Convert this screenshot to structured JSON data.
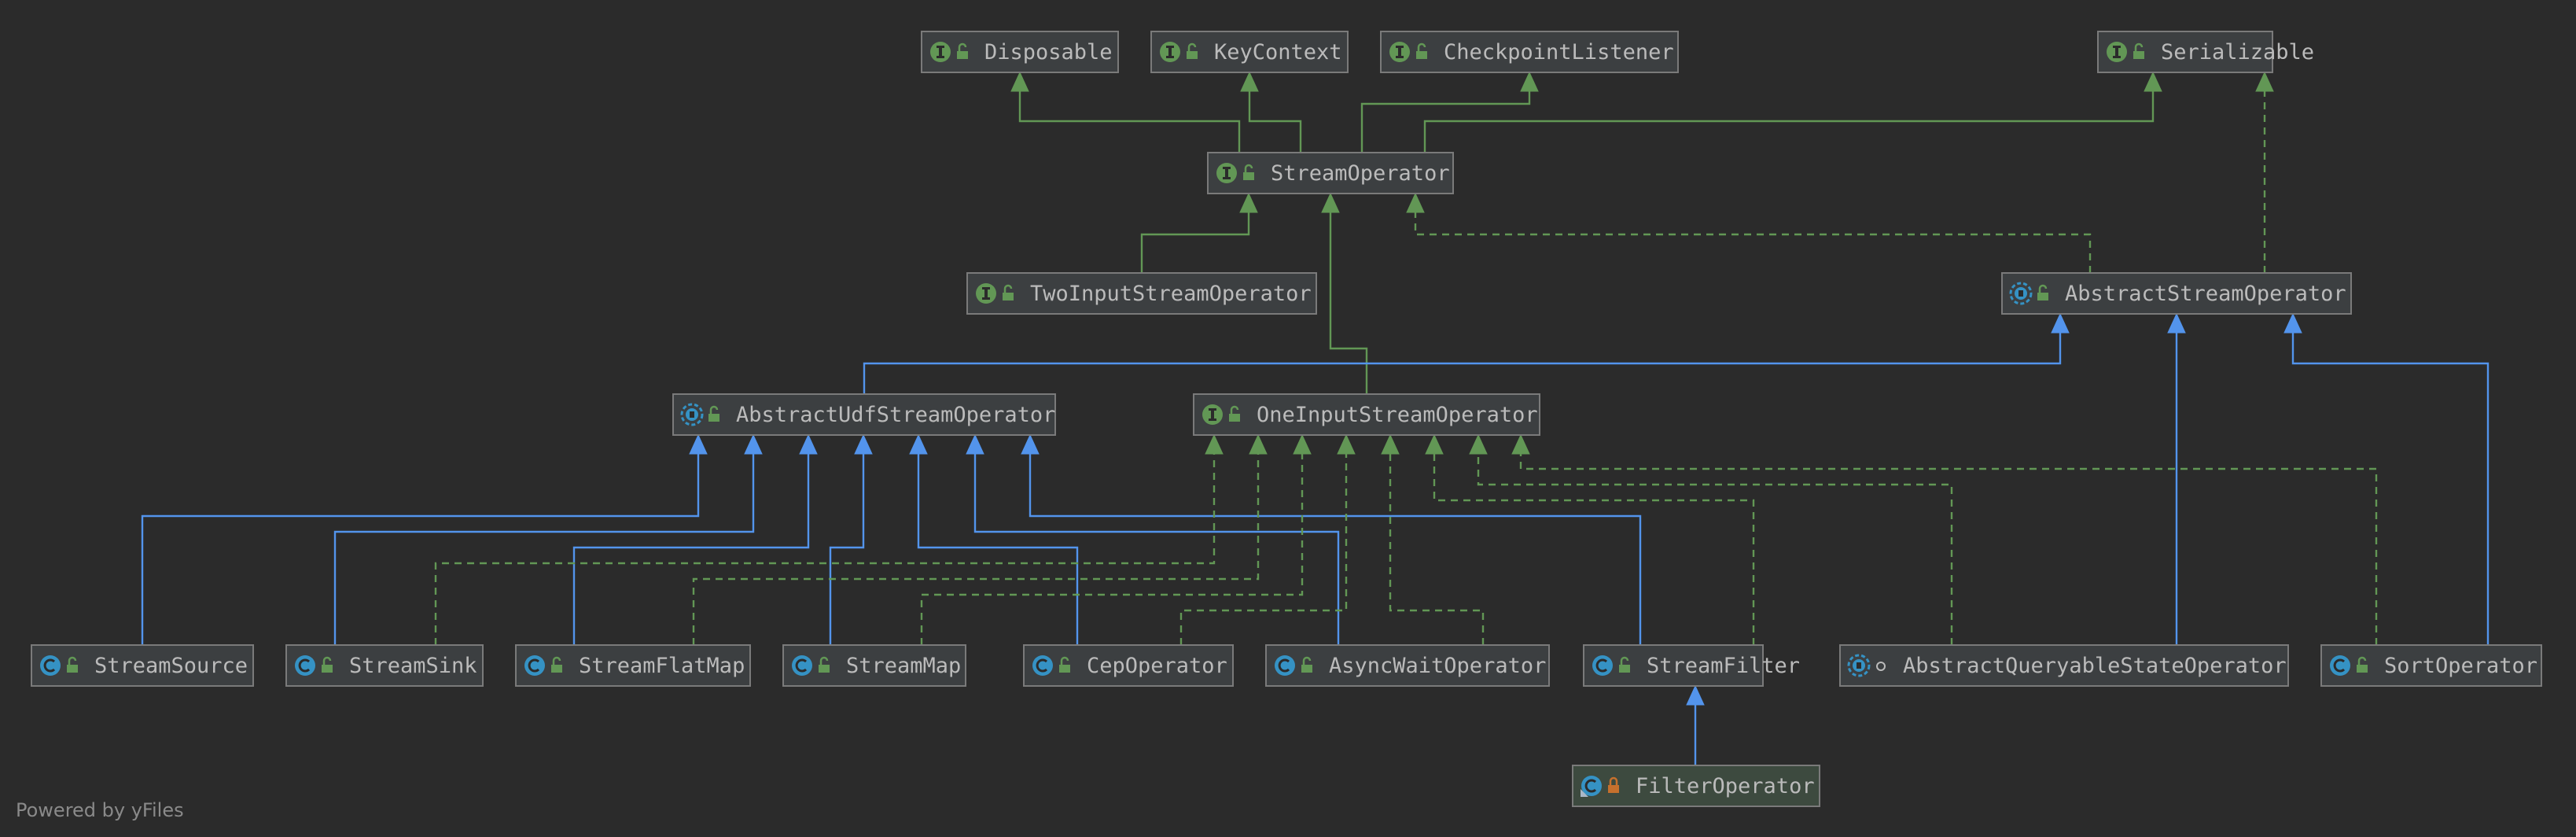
{
  "diagram": {
    "type": "uml-class-hierarchy",
    "watermark": "Powered by yFiles",
    "colors": {
      "background": "#2b2b2b",
      "interface_icon": "#629755",
      "class_icon": "#3592c4",
      "extends_edge": "#5394ec",
      "implements_edge": "#629755",
      "lock_open": "#629755",
      "lock_closed": "#c5702d"
    },
    "nodes": [
      {
        "id": "disposable",
        "label": "Disposable",
        "kind": "interface",
        "icon": "interface-icon",
        "access_icon": "lock-open-icon"
      },
      {
        "id": "keycontext",
        "label": "KeyContext",
        "kind": "interface",
        "icon": "interface-icon",
        "access_icon": "lock-open-icon"
      },
      {
        "id": "checkpointlistener",
        "label": "CheckpointListener",
        "kind": "interface",
        "icon": "interface-icon",
        "access_icon": "lock-open-icon"
      },
      {
        "id": "serializable",
        "label": "Serializable",
        "kind": "interface",
        "icon": "interface-icon",
        "access_icon": "lock-open-icon"
      },
      {
        "id": "streamoperator",
        "label": "StreamOperator",
        "kind": "interface",
        "icon": "interface-icon",
        "access_icon": "lock-open-icon"
      },
      {
        "id": "twoinput",
        "label": "TwoInputStreamOperator",
        "kind": "interface",
        "icon": "interface-icon",
        "access_icon": "lock-open-icon"
      },
      {
        "id": "abstractstream",
        "label": "AbstractStreamOperator",
        "kind": "abstract",
        "icon": "abstract-class-icon",
        "access_icon": "lock-open-icon"
      },
      {
        "id": "abstractudf",
        "label": "AbstractUdfStreamOperator",
        "kind": "abstract",
        "icon": "abstract-class-icon",
        "access_icon": "lock-open-icon"
      },
      {
        "id": "oneinput",
        "label": "OneInputStreamOperator",
        "kind": "interface",
        "icon": "interface-icon",
        "access_icon": "lock-open-icon"
      },
      {
        "id": "streamsource",
        "label": "StreamSource",
        "kind": "class",
        "icon": "class-icon",
        "access_icon": "lock-open-icon"
      },
      {
        "id": "streamsink",
        "label": "StreamSink",
        "kind": "class",
        "icon": "class-icon",
        "access_icon": "lock-open-icon"
      },
      {
        "id": "streamflatmap",
        "label": "StreamFlatMap",
        "kind": "class",
        "icon": "class-icon",
        "access_icon": "lock-open-icon"
      },
      {
        "id": "streammap",
        "label": "StreamMap",
        "kind": "class",
        "icon": "class-icon",
        "access_icon": "lock-open-icon"
      },
      {
        "id": "cepoperator",
        "label": "CepOperator",
        "kind": "class",
        "icon": "class-icon",
        "access_icon": "lock-open-icon"
      },
      {
        "id": "asyncwait",
        "label": "AsyncWaitOperator",
        "kind": "class",
        "icon": "class-icon",
        "access_icon": "lock-open-icon"
      },
      {
        "id": "streamfilter",
        "label": "StreamFilter",
        "kind": "class",
        "icon": "class-icon",
        "access_icon": "lock-open-icon"
      },
      {
        "id": "abstractqueryable",
        "label": "AbstractQueryableStateOperator",
        "kind": "abstract",
        "icon": "abstract-class-icon",
        "access_icon": "package-dot-icon"
      },
      {
        "id": "sortoperator",
        "label": "SortOperator",
        "kind": "class",
        "icon": "class-icon",
        "access_icon": "lock-open-icon"
      },
      {
        "id": "filteroperator",
        "label": "FilterOperator",
        "kind": "final",
        "icon": "final-class-icon",
        "access_icon": "lock-closed-icon"
      }
    ],
    "edges": [
      {
        "from": "streamoperator",
        "to": "disposable",
        "rel": "extends-interface"
      },
      {
        "from": "streamoperator",
        "to": "keycontext",
        "rel": "extends-interface"
      },
      {
        "from": "streamoperator",
        "to": "checkpointlistener",
        "rel": "extends-interface"
      },
      {
        "from": "streamoperator",
        "to": "serializable",
        "rel": "extends-interface"
      },
      {
        "from": "twoinput",
        "to": "streamoperator",
        "rel": "extends-interface"
      },
      {
        "from": "oneinput",
        "to": "streamoperator",
        "rel": "extends-interface"
      },
      {
        "from": "abstractstream",
        "to": "streamoperator",
        "rel": "implements"
      },
      {
        "from": "abstractstream",
        "to": "serializable",
        "rel": "implements"
      },
      {
        "from": "abstractudf",
        "to": "abstractstream",
        "rel": "extends"
      },
      {
        "from": "abstractqueryable",
        "to": "abstractstream",
        "rel": "extends"
      },
      {
        "from": "sortoperator",
        "to": "abstractstream",
        "rel": "extends"
      },
      {
        "from": "streamsource",
        "to": "abstractudf",
        "rel": "extends"
      },
      {
        "from": "streamsink",
        "to": "abstractudf",
        "rel": "extends"
      },
      {
        "from": "streamflatmap",
        "to": "abstractudf",
        "rel": "extends"
      },
      {
        "from": "streammap",
        "to": "abstractudf",
        "rel": "extends"
      },
      {
        "from": "cepoperator",
        "to": "abstractudf",
        "rel": "extends"
      },
      {
        "from": "asyncwait",
        "to": "abstractudf",
        "rel": "extends"
      },
      {
        "from": "streamfilter",
        "to": "abstractudf",
        "rel": "extends"
      },
      {
        "from": "streamsink",
        "to": "oneinput",
        "rel": "implements"
      },
      {
        "from": "streamflatmap",
        "to": "oneinput",
        "rel": "implements"
      },
      {
        "from": "streammap",
        "to": "oneinput",
        "rel": "implements"
      },
      {
        "from": "cepoperator",
        "to": "oneinput",
        "rel": "implements"
      },
      {
        "from": "asyncwait",
        "to": "oneinput",
        "rel": "implements"
      },
      {
        "from": "streamfilter",
        "to": "oneinput",
        "rel": "implements"
      },
      {
        "from": "abstractqueryable",
        "to": "oneinput",
        "rel": "implements"
      },
      {
        "from": "sortoperator",
        "to": "oneinput",
        "rel": "implements"
      },
      {
        "from": "filteroperator",
        "to": "streamfilter",
        "rel": "extends"
      }
    ]
  }
}
